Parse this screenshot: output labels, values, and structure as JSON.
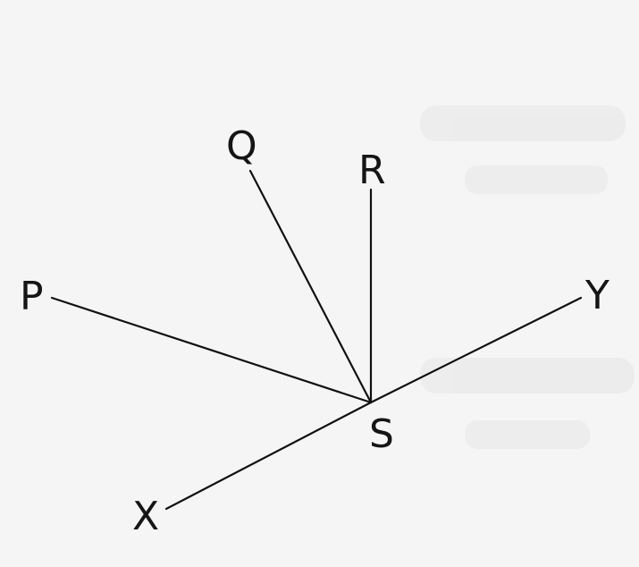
{
  "diagram": {
    "vertex": "S",
    "rays": [
      {
        "id": "sp",
        "from": "S",
        "to": "P"
      },
      {
        "id": "sq",
        "from": "S",
        "to": "Q"
      },
      {
        "id": "sr",
        "from": "S",
        "to": "R"
      },
      {
        "id": "sy",
        "from": "S",
        "to": "Y"
      },
      {
        "id": "sx",
        "from": "S",
        "to": "X"
      }
    ],
    "labels": {
      "P": "P",
      "Q": "Q",
      "R": "R",
      "S": "S",
      "X": "X",
      "Y": "Y"
    },
    "colors": {
      "ink": "#111111",
      "paper": "#f5f5f5",
      "bleed_through": "#e3e3e3"
    }
  }
}
